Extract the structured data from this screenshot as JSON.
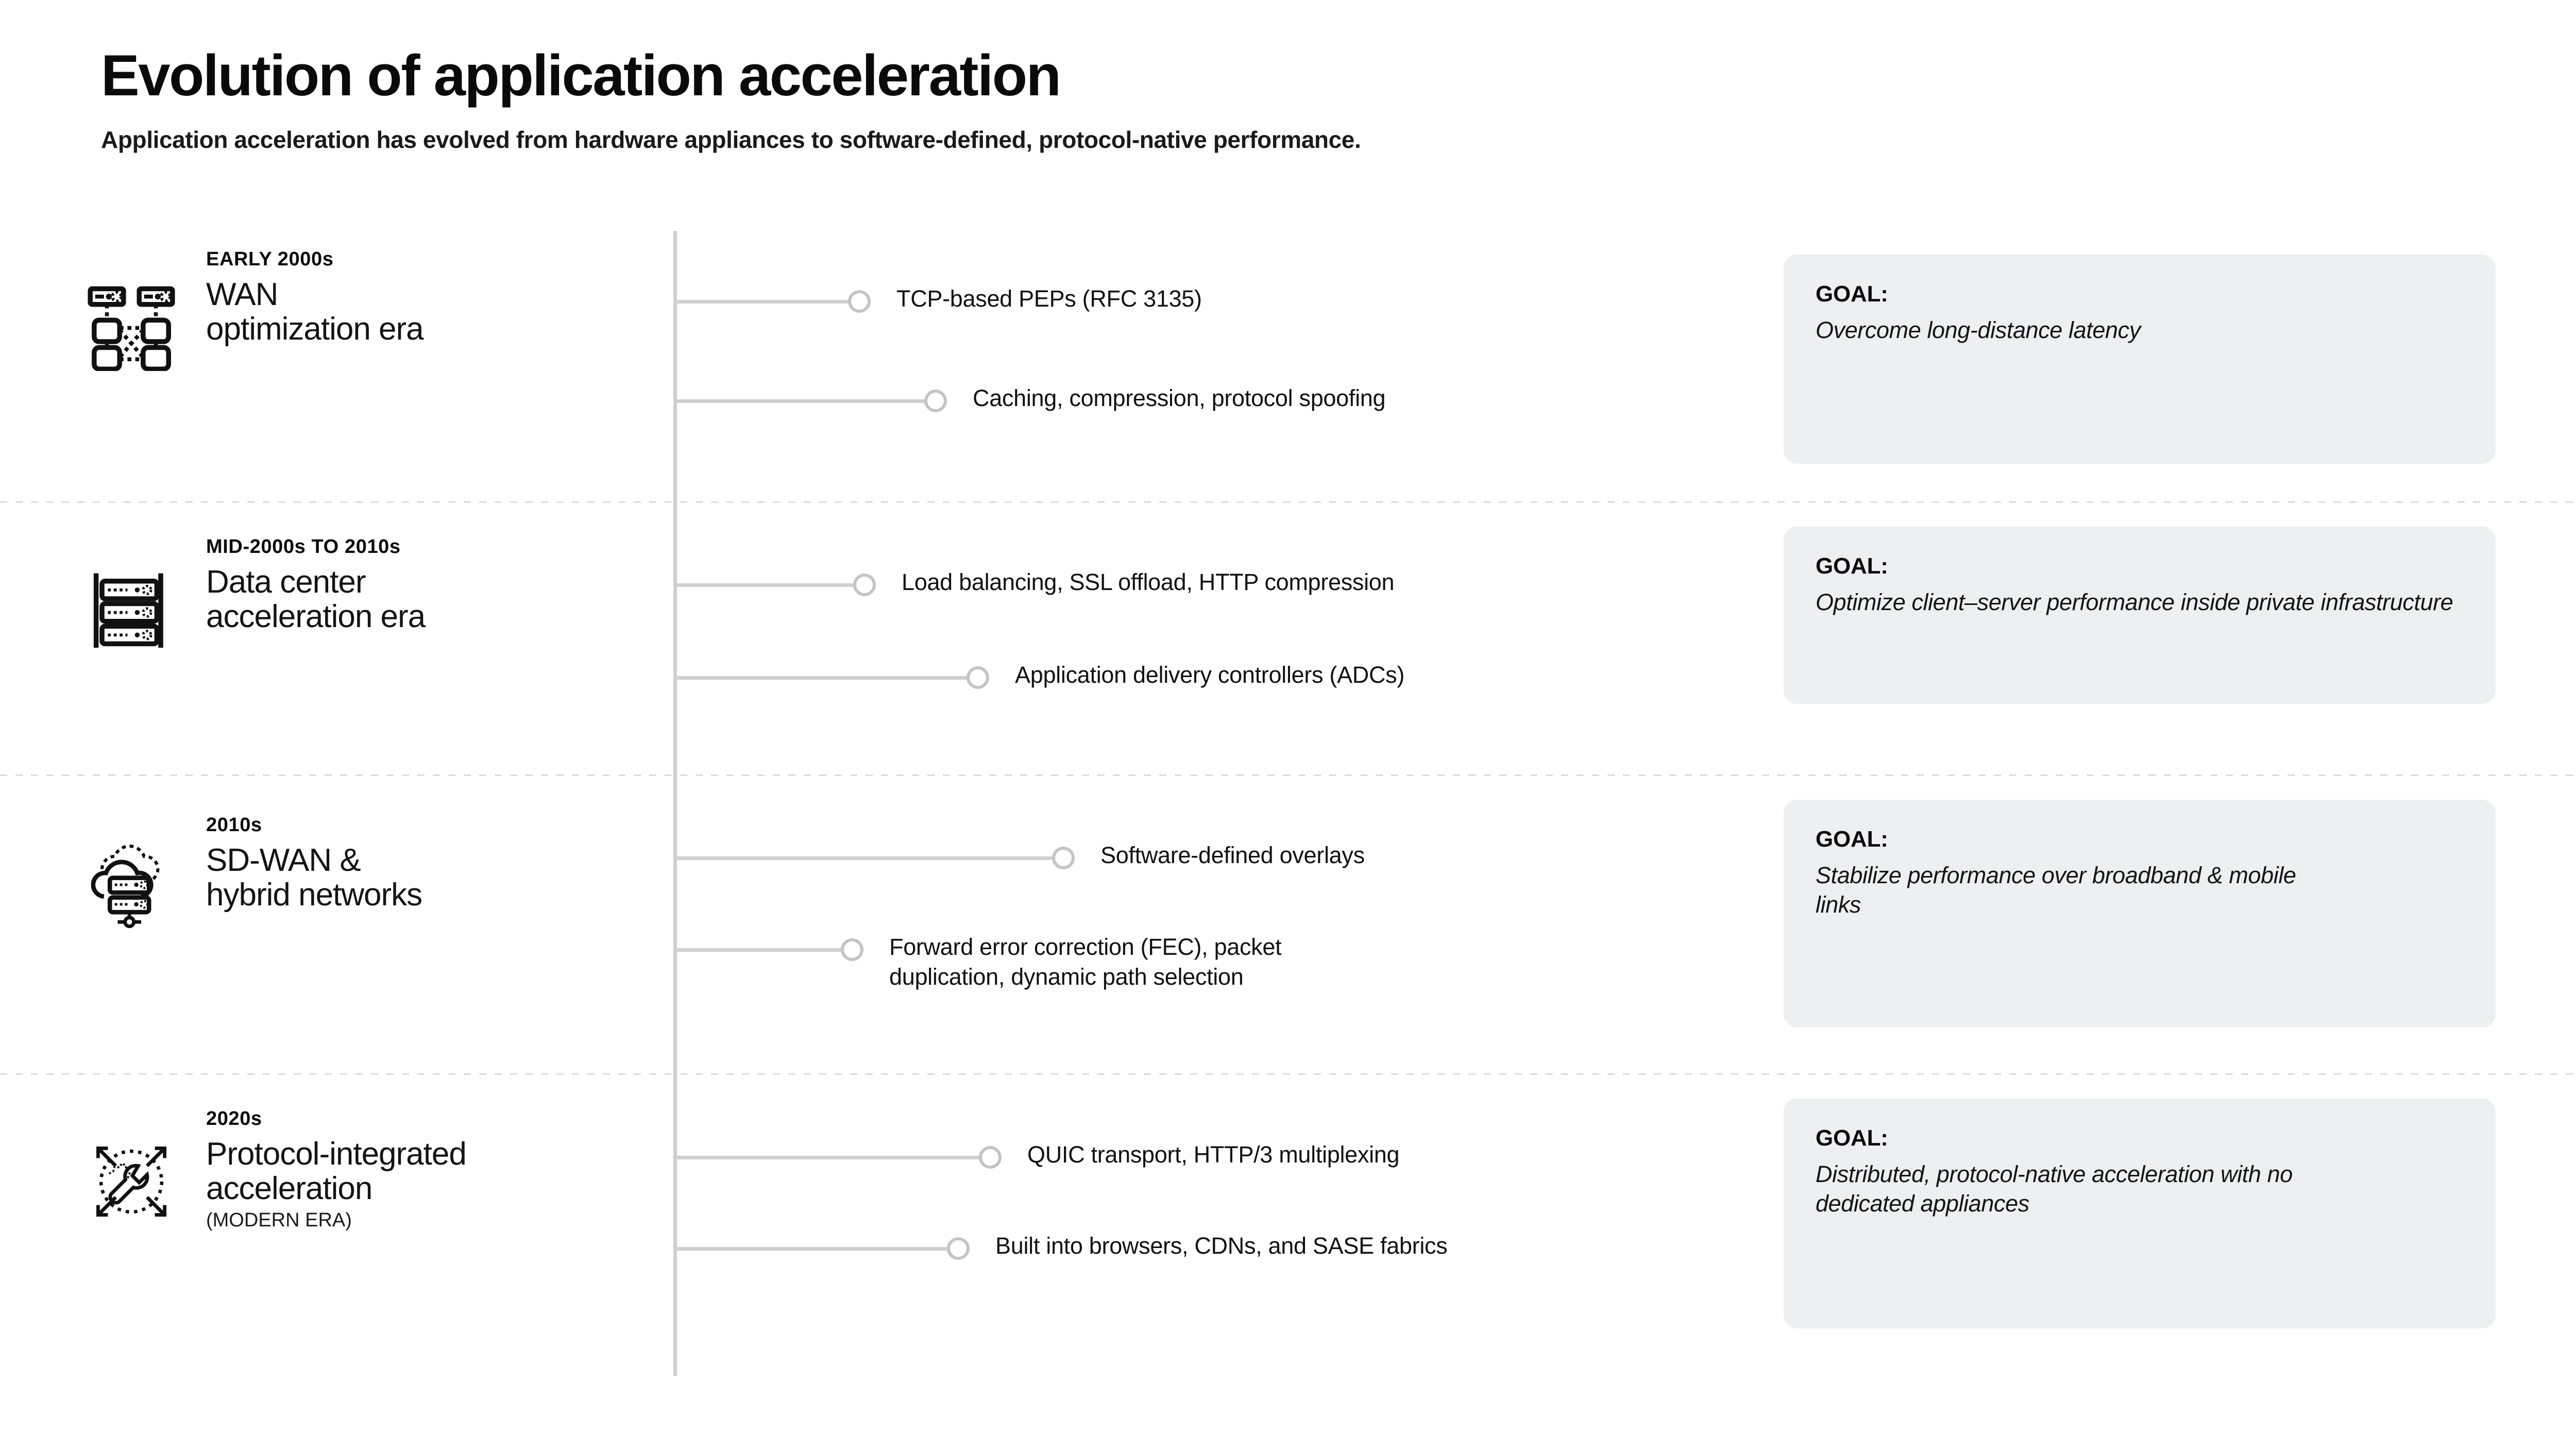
{
  "header": {
    "title": "Evolution of application acceleration",
    "subtitle": "Application acceleration has evolved from hardware appliances to software-defined, protocol-native performance."
  },
  "goal_label": "GOAL:",
  "colors": {
    "background": "#ffffff",
    "text": "#111111",
    "timeline_line": "#cfcfd2",
    "separator": "#dcdcde",
    "goal_card_bg": "#eeeff1"
  },
  "rows": [
    {
      "kicker": "EARLY 2000s",
      "name": "WAN\noptimization era",
      "sub": "",
      "icon": "network-nodes-icon",
      "milestones": [
        {
          "label": "TCP-based PEPs (RFC 3135)"
        },
        {
          "label": "Caching, compression, protocol spoofing"
        }
      ],
      "goal": "Overcome long-distance latency"
    },
    {
      "kicker": "MID-2000s TO 2010s",
      "name": "Data center\nacceleration era",
      "sub": "",
      "icon": "server-rack-icon",
      "milestones": [
        {
          "label": "Load balancing, SSL offload, HTTP compression"
        },
        {
          "label": "Application delivery controllers (ADCs)"
        }
      ],
      "goal": "Optimize client–server performance inside private infrastructure"
    },
    {
      "kicker": "2010s",
      "name": "SD-WAN &\nhybrid networks",
      "sub": "",
      "icon": "cloud-server-icon",
      "milestones": [
        {
          "label": "Software-defined overlays"
        },
        {
          "label": "Forward error correction (FEC), packet\nduplication, dynamic path selection"
        }
      ],
      "goal": "Stabilize performance over broadband & mobile links"
    },
    {
      "kicker": "2020s",
      "name": "Protocol-integrated\nacceleration",
      "sub": "(MODERN ERA)",
      "icon": "wrench-gear-icon",
      "milestones": [
        {
          "label": "QUIC transport, HTTP/3 multiplexing"
        },
        {
          "label": "Built into browsers, CDNs, and SASE fabrics"
        }
      ],
      "goal": "Distributed, protocol-native acceleration with no dedicated appliances"
    }
  ]
}
